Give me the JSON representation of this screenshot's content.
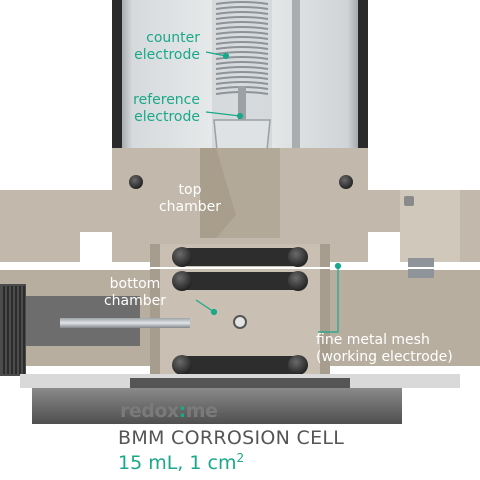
{
  "labels": {
    "counter_electrode": [
      "counter",
      "electrode"
    ],
    "reference_electrode": [
      "reference",
      "electrode"
    ],
    "top_chamber": [
      "top",
      "chamber"
    ],
    "bottom_chamber": [
      "bottom",
      "chamber"
    ],
    "fine_metal_mesh": [
      "fine metal mesh",
      "(working electrode)"
    ]
  },
  "brand": {
    "name_part1": "redox",
    "name_accent": ":",
    "name_part2": "me"
  },
  "product": {
    "title": "BMM CORROSION CELL",
    "volume": "15 mL, 1 cm",
    "area_exponent": "2"
  },
  "colors": {
    "accent": "#1aa88a",
    "body": "#c2b8ab",
    "gasket": "#333333",
    "base": "#6f6f6f"
  }
}
